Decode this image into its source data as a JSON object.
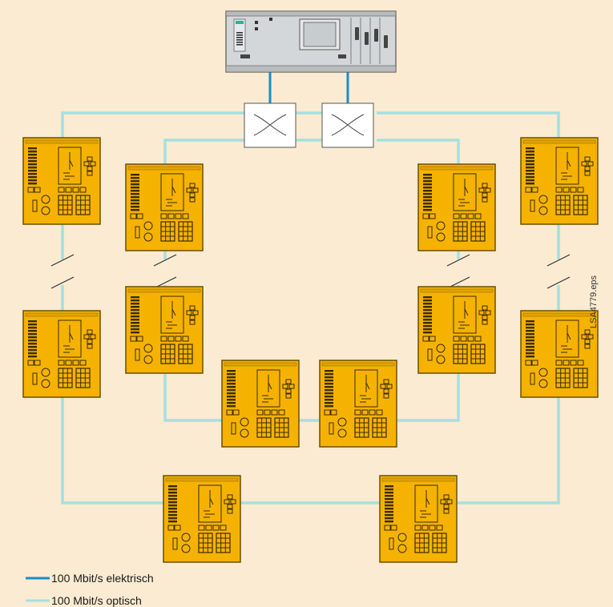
{
  "colors": {
    "background": "#faebd2",
    "electrical": "#1a8ec6",
    "optical": "#a6e0e0",
    "device_fill": "#f5b200",
    "device_stroke": "#6b5000",
    "switch_fill": "#ffffff"
  },
  "side_label": "LSA4779.eps",
  "legend": [
    {
      "label": "100 Mbit/s elektrisch",
      "link_type": "electrical"
    },
    {
      "label": "100 Mbit/s optisch",
      "link_type": "optical"
    }
  ],
  "nodes": {
    "controller": {
      "kind": "station-controller-rack",
      "icon": "rack-controller-icon"
    },
    "switches": [
      {
        "id": "switch-left",
        "icon": "crossover-switch-icon"
      },
      {
        "id": "switch-right",
        "icon": "crossover-switch-icon"
      }
    ],
    "outer_ring_devices": 6,
    "inner_ring_devices": 6,
    "device_icon": "protection-relay-icon"
  },
  "links": {
    "controller_to_switches": "electrical",
    "rings": "optical",
    "ring_break_marks": 4
  }
}
